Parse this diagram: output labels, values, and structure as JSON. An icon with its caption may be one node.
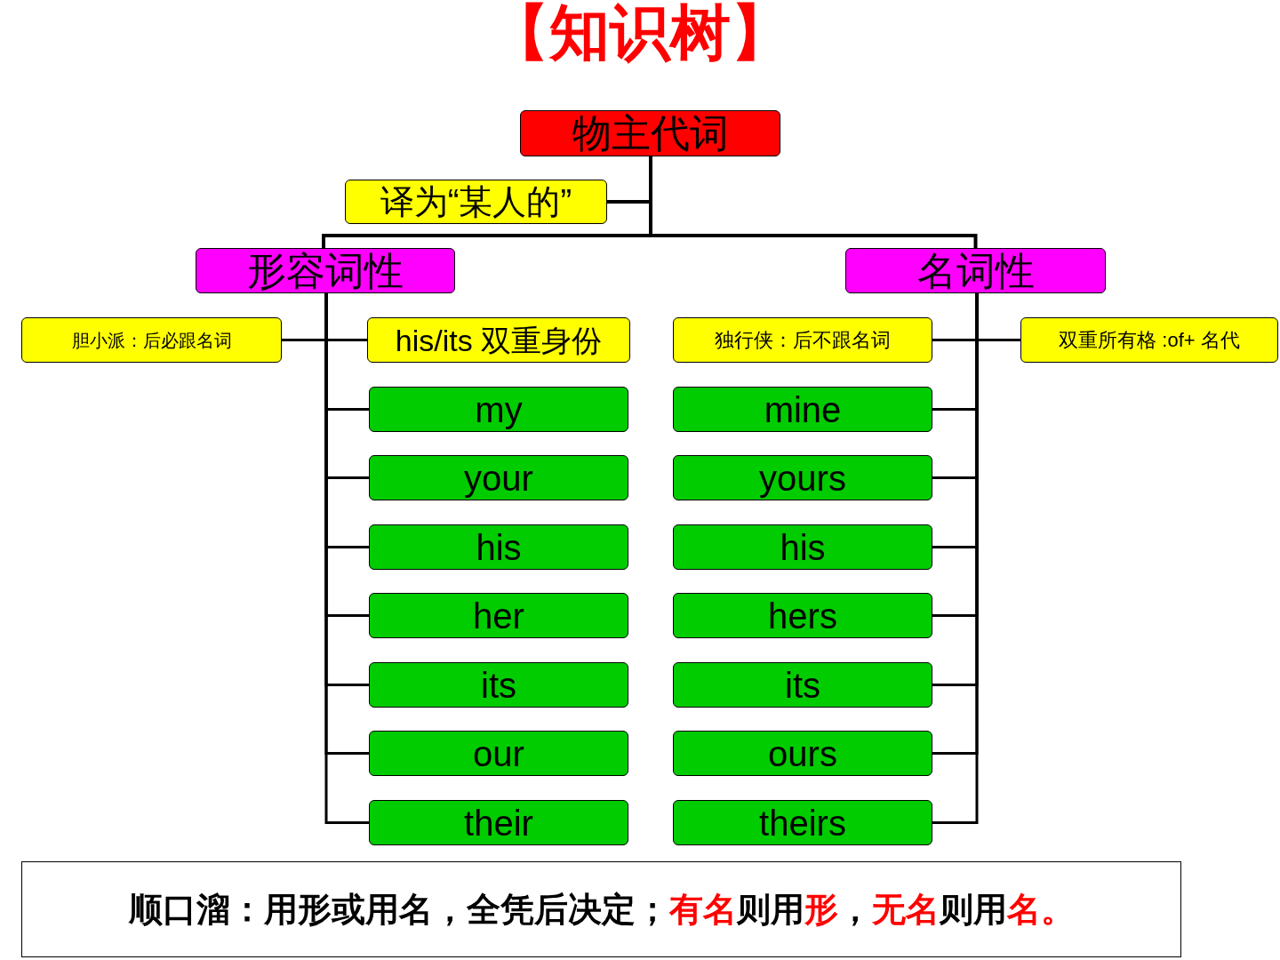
{
  "diagram": {
    "title": "【知识树】",
    "nodes": [
      {
        "text": [
          "物主代词"
        ]
      },
      {
        "text": [
          "译为“某人的”"
        ]
      },
      {
        "text": [
          "形容词性"
        ]
      },
      {
        "text": [
          "名词性"
        ]
      },
      {
        "text": [
          "胆小派：后必跟名词"
        ]
      },
      {
        "text": [
          "his/its 双重身份"
        ]
      },
      {
        "text": [
          "独行侠：后不跟名词"
        ]
      },
      {
        "text": [
          "双重所有格 :of+ 名代"
        ]
      },
      {
        "text": [
          "my"
        ]
      },
      {
        "text": [
          "your"
        ]
      },
      {
        "text": [
          "his"
        ]
      },
      {
        "text": [
          "her"
        ]
      },
      {
        "text": [
          "its"
        ]
      },
      {
        "text": [
          "our"
        ]
      },
      {
        "text": [
          "their"
        ]
      },
      {
        "text": [
          "mine"
        ]
      },
      {
        "text": [
          "yours"
        ]
      },
      {
        "text": [
          "his"
        ]
      },
      {
        "text": [
          "hers"
        ]
      },
      {
        "text": [
          "its"
        ]
      },
      {
        "text": [
          "ours"
        ]
      },
      {
        "text": [
          "theirs"
        ]
      },
      {
        "text": [
          "顺口溜：用形或用名，全凭后决定；",
          "有名",
          "则用",
          "形",
          "，",
          "无名",
          "则用",
          "名。"
        ]
      }
    ],
    "edges": [
      {
        "from": 0,
        "to": 1,
        "arrow": "none"
      },
      {
        "from": 0,
        "to": 2,
        "arrow": "none"
      },
      {
        "from": 0,
        "to": 3,
        "arrow": "none"
      },
      {
        "from": 2,
        "to": 4,
        "arrow": "none"
      },
      {
        "from": 2,
        "to": 5,
        "arrow": "none"
      },
      {
        "from": 2,
        "to": 8,
        "arrow": "none"
      },
      {
        "from": 2,
        "to": 9,
        "arrow": "none"
      },
      {
        "from": 2,
        "to": 10,
        "arrow": "none"
      },
      {
        "from": 2,
        "to": 11,
        "arrow": "none"
      },
      {
        "from": 2,
        "to": 12,
        "arrow": "none"
      },
      {
        "from": 2,
        "to": 13,
        "arrow": "none"
      },
      {
        "from": 2,
        "to": 14,
        "arrow": "none"
      },
      {
        "from": 3,
        "to": 6,
        "arrow": "none"
      },
      {
        "from": 3,
        "to": 7,
        "arrow": "none"
      },
      {
        "from": 3,
        "to": 15,
        "arrow": "none"
      },
      {
        "from": 3,
        "to": 16,
        "arrow": "none"
      },
      {
        "from": 3,
        "to": 17,
        "arrow": "none"
      },
      {
        "from": 3,
        "to": 18,
        "arrow": "none"
      },
      {
        "from": 3,
        "to": 19,
        "arrow": "none"
      },
      {
        "from": 3,
        "to": 20,
        "arrow": "none"
      },
      {
        "from": 3,
        "to": 21,
        "arrow": "none"
      }
    ]
  }
}
